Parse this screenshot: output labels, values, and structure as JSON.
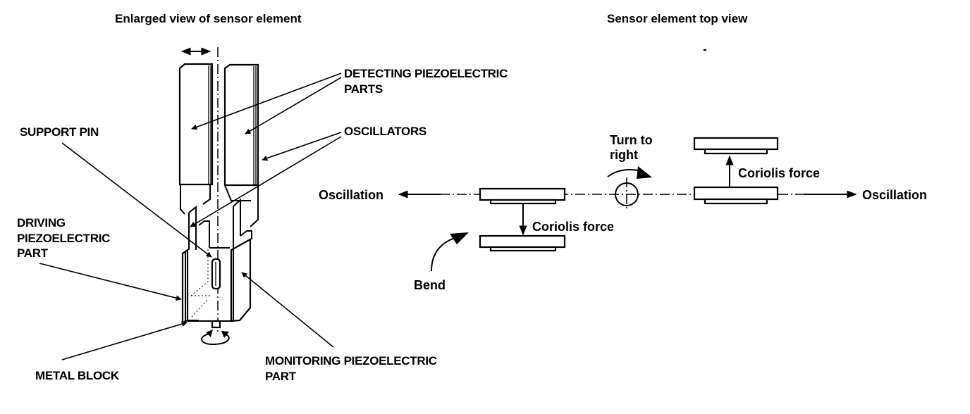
{
  "left_panel": {
    "title": "Enlarged view of sensor element",
    "labels": {
      "detecting_line1": "DETECTING PIEZOELECTRIC",
      "detecting_line2": "PARTS",
      "oscillators": "OSCILLATORS",
      "support_pin": "SUPPORT PIN",
      "driving_line1": "DRIVING",
      "driving_line2": "PIEZOELECTRIC",
      "driving_line3": "PART",
      "metal_block": "METAL BLOCK",
      "monitoring_line1": "MONITORING PIEZOELECTRIC",
      "monitoring_line2": "PART"
    },
    "icons": [
      "double-headed-vibration-arrow",
      "rotation-arrow"
    ]
  },
  "right_panel": {
    "title": "Sensor element top view",
    "labels": {
      "oscillation_left": "Oscillation",
      "oscillation_right": "Oscillation",
      "coriolis_left": "Coriolis force",
      "coriolis_right": "Coriolis force",
      "turn_line1": "Turn to",
      "turn_line2": "right",
      "bend": "Bend"
    },
    "icons": [
      "rotation-axis-circle",
      "turn-right-arrow",
      "bend-arrow"
    ]
  }
}
